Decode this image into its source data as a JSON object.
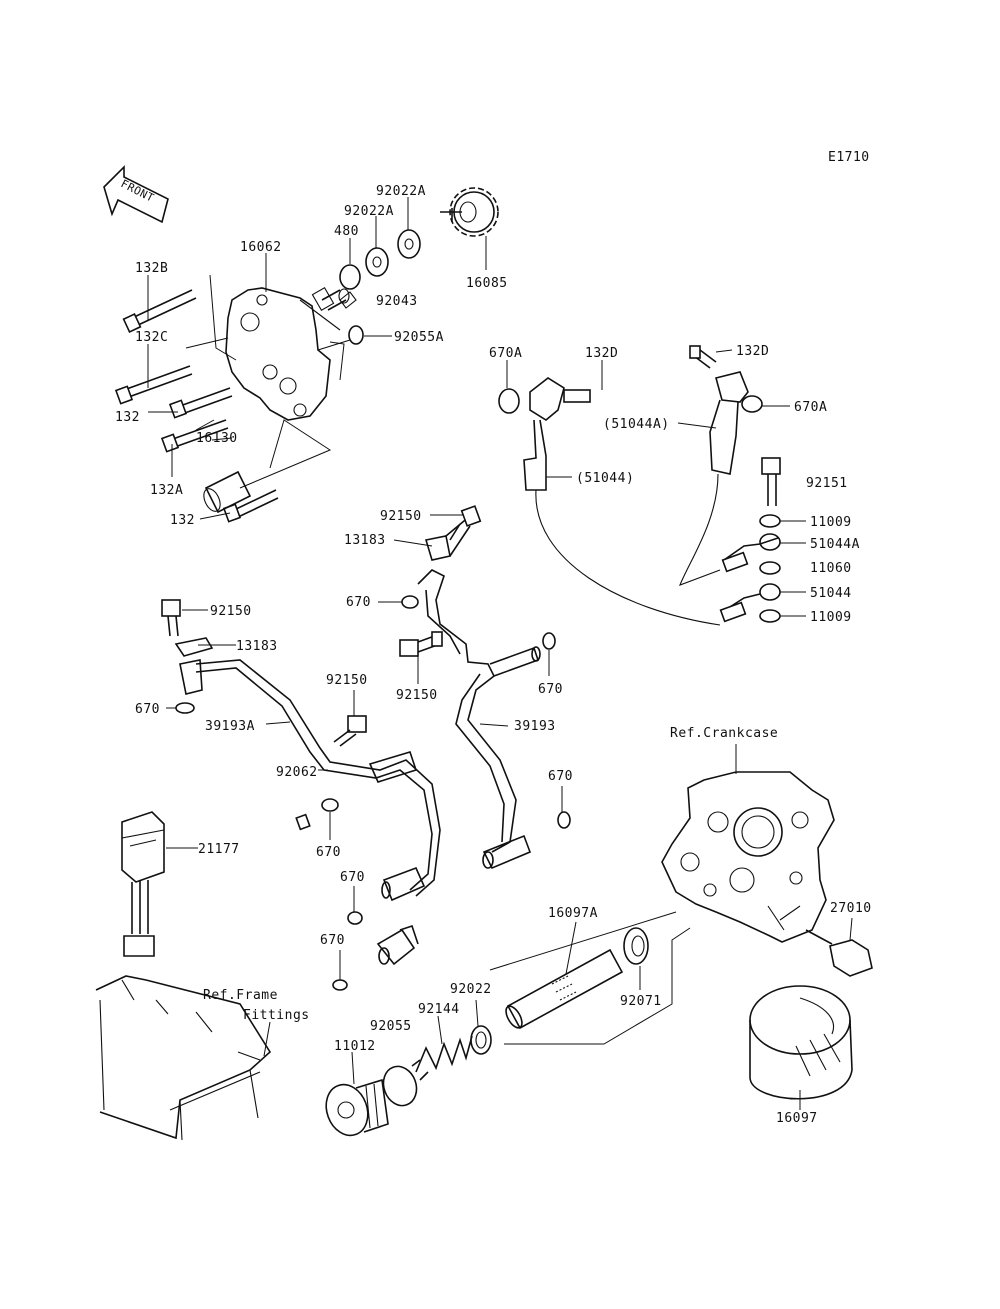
{
  "diagram_code": "E1710",
  "front_label": "FRONT",
  "labels": {
    "l_92022A_1": "92022A",
    "l_92022A_2": "92022A",
    "l_480": "480",
    "l_16062": "16062",
    "l_132B": "132B",
    "l_132C": "132C",
    "l_132": "132",
    "l_16130": "16130",
    "l_132A": "132A",
    "l_132_b": "132",
    "l_92043": "92043",
    "l_92055A": "92055A",
    "l_16085": "16085",
    "l_670A_1": "670A",
    "l_132D_1": "132D",
    "l_132D_2": "132D",
    "l_670A_2": "670A",
    "l_51044A_p": "(51044A)",
    "l_51044_p": "(51044)",
    "l_92151": "92151",
    "l_11009_1": "11009",
    "l_51044A": "51044A",
    "l_11060": "11060",
    "l_51044": "51044",
    "l_11009_2": "11009",
    "l_92150_1": "92150",
    "l_13183_1": "13183",
    "l_670_1": "670",
    "l_92150_2": "92150",
    "l_670_2": "670",
    "l_39193": "39193",
    "l_670_3": "670",
    "l_92150_3": "92150",
    "l_13183_2": "13183",
    "l_670_4": "670",
    "l_39193A": "39193A",
    "l_92150_4": "92150",
    "l_92062": "92062",
    "l_670_5": "670",
    "l_670_6": "670",
    "l_670_7": "670",
    "l_21177": "21177",
    "l_ref_crankcase": "Ref.Crankcase",
    "l_27010": "27010",
    "l_16097A": "16097A",
    "l_92071": "92071",
    "l_92022": "92022",
    "l_92144": "92144",
    "l_92055": "92055",
    "l_11012": "11012",
    "l_ref_frame": "Ref.Frame",
    "l_fittings": "Fittings",
    "l_16097": "16097"
  }
}
